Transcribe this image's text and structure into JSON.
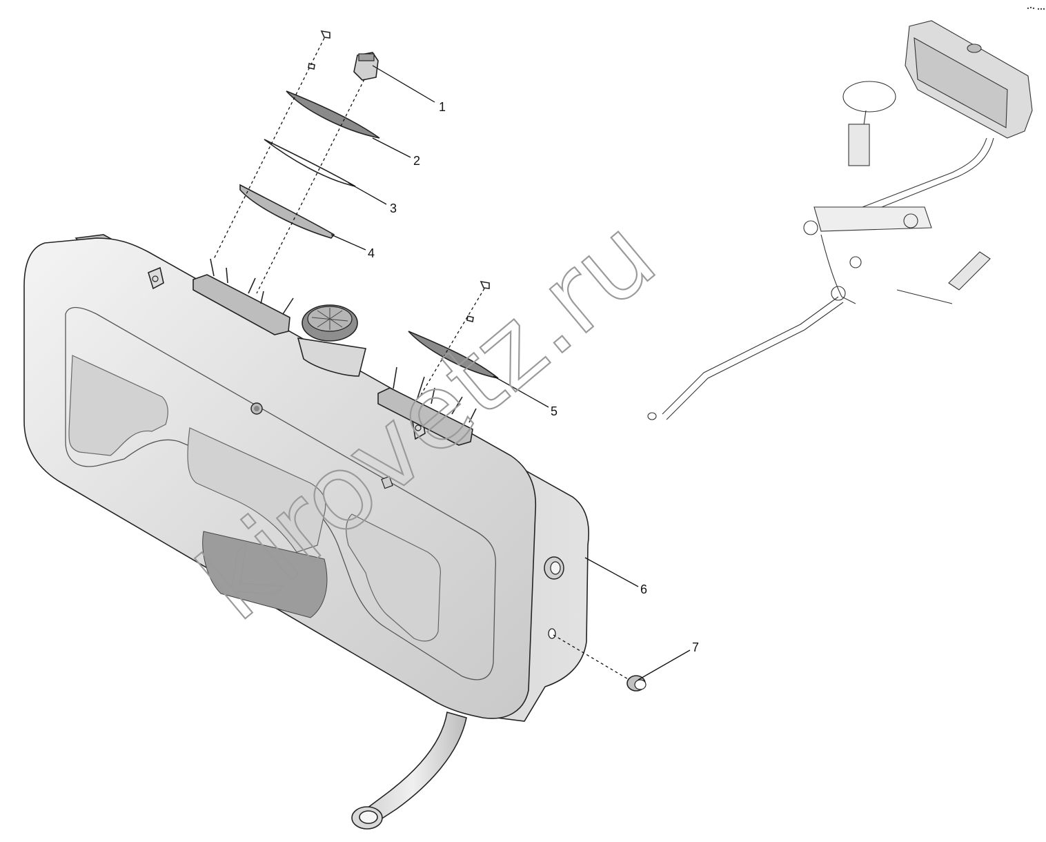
{
  "diagram": {
    "callouts": [
      {
        "number": "1"
      },
      {
        "number": "2"
      },
      {
        "number": "3"
      },
      {
        "number": "4"
      },
      {
        "number": "5"
      },
      {
        "number": "6"
      },
      {
        "number": "7"
      }
    ],
    "watermark": "kirovetz.ru",
    "colors": {
      "line": "#111111",
      "tank_fill": "#e6e6e6",
      "tank_shade": "#c4c4c4",
      "dark_shade": "#9c9c9c",
      "watermark": "#9a9a9a"
    }
  }
}
